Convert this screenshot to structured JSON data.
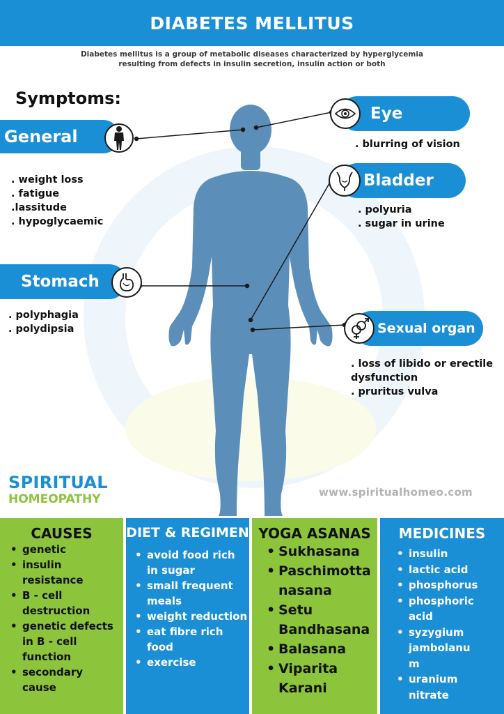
{
  "header": {
    "title": "DIABETES MELLITUS"
  },
  "intro": {
    "line1": "Diabetes mellitus is a group of metabolic diseases characterized by hyperglycemia",
    "line2": "resulting from defects in insulin secretion, insulin action or both"
  },
  "symptoms_title": "Symptoms:",
  "sections": {
    "general": {
      "label": "General",
      "icon": "human-figure-icon",
      "items": [
        ". weight loss",
        ". fatigue",
        ".lassitude",
        ". hypoglycaemic"
      ]
    },
    "stomach": {
      "label": "Stomach",
      "icon": "stomach-icon",
      "items": [
        ". polyphagia",
        ". polydipsia"
      ]
    },
    "eye": {
      "label": "Eye",
      "icon": "eye-icon",
      "items": [
        ". blurring of vision"
      ]
    },
    "bladder": {
      "label": "Bladder",
      "icon": "bladder-icon",
      "items": [
        ". polyuria",
        ". sugar in urine"
      ]
    },
    "sexual": {
      "label": "Sexual organ",
      "icon": "gender-symbols-icon",
      "items": [
        ". loss of libido or erectile",
        "dysfunction",
        ". pruritus vulva"
      ]
    }
  },
  "brand": {
    "line1": "SPIRITUAL",
    "line2": "HOMEOPATHY",
    "url": "www.spiritualhomeo.com"
  },
  "columns": {
    "causes": {
      "title": "CAUSES",
      "items": [
        [
          "genetic"
        ],
        [
          "insulin",
          "resistance"
        ],
        [
          "B - cell",
          "destruction"
        ],
        [
          "genetic defects",
          "in B - cell",
          "function"
        ],
        [
          "secondary",
          "cause"
        ]
      ]
    },
    "diet": {
      "title": "DIET & REGIMEN",
      "items": [
        [
          "avoid food rich",
          "in sugar"
        ],
        [
          "small frequent",
          "meals"
        ],
        [
          "weight reduction"
        ],
        [
          "eat fibre rich",
          "food"
        ],
        [
          "exercise"
        ]
      ]
    },
    "yoga": {
      "title": "YOGA ASANAS",
      "items": [
        [
          "Sukhasana"
        ],
        [
          "Paschimotta",
          "nasana"
        ],
        [
          "Setu",
          "Bandhasana"
        ],
        [
          "Balasana"
        ],
        [
          "Viparita",
          "Karani"
        ]
      ]
    },
    "medicines": {
      "title": "MEDICINES",
      "items": [
        [
          "insulin"
        ],
        [
          "lactic acid"
        ],
        [
          "phosphorus"
        ],
        [
          "phosphoric",
          "acid"
        ],
        [
          "syzygium",
          "jambolanu",
          "m"
        ],
        [
          "uranium",
          "nitrate"
        ]
      ]
    }
  },
  "colors": {
    "blue": "#1a8fd6",
    "green": "#8cc43c",
    "body": "#5b8fba"
  }
}
